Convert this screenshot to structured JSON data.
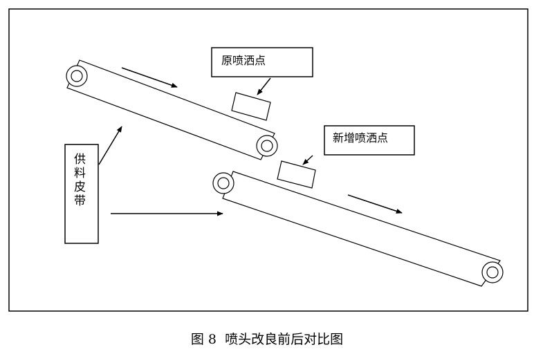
{
  "labels": {
    "original_spray_point": "原喷洒点",
    "new_spray_point": "新增喷洒点",
    "feed_belt_chars": [
      "供",
      "料",
      "皮",
      "带"
    ]
  },
  "caption": "图 8  喷头改良前后对比图"
}
